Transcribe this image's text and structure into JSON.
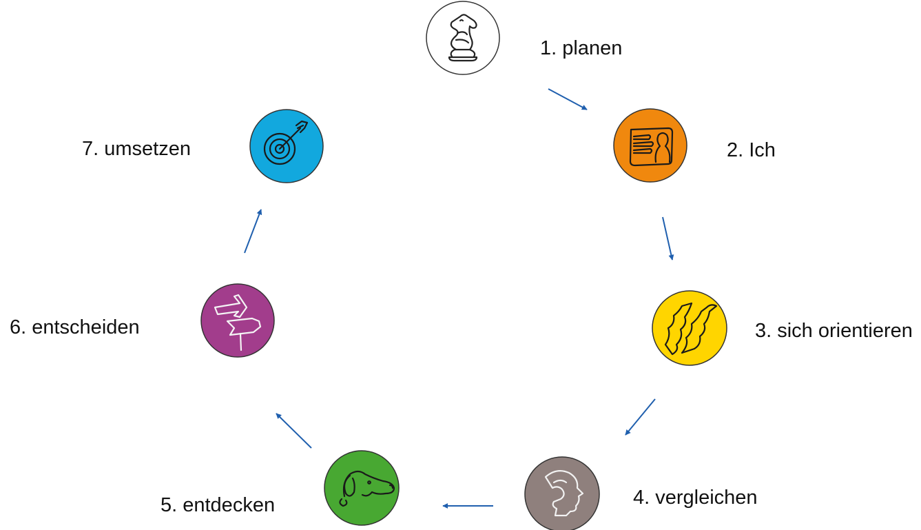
{
  "steps": [
    {
      "label": "1. planen",
      "icon": "chess-knight-icon",
      "color": "#ffffff"
    },
    {
      "label": "2. Ich",
      "icon": "id-card-icon",
      "color": "#f0880e"
    },
    {
      "label": "3. sich orientieren",
      "icon": "terrain-map-icon",
      "color": "#ffd500"
    },
    {
      "label": "4. vergleichen",
      "icon": "head-profile-question-icon",
      "color": "#8f807d"
    },
    {
      "label": "5. entdecken",
      "icon": "sniffing-dog-icon",
      "color": "#48a832"
    },
    {
      "label": "6. entscheiden",
      "icon": "signpost-icon",
      "color": "#a23d8c"
    },
    {
      "label": "7. umsetzen",
      "icon": "target-arrow-icon",
      "color": "#12a8de"
    }
  ],
  "arrow_color": "#1f5fae"
}
